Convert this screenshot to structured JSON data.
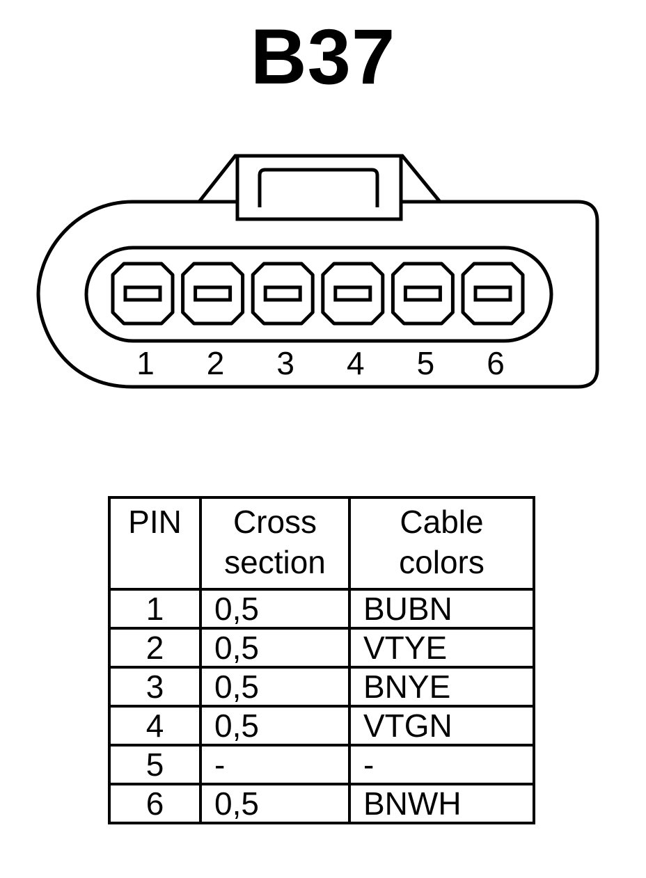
{
  "title": "B37",
  "connector": {
    "pin_labels": [
      "1",
      "2",
      "3",
      "4",
      "5",
      "6"
    ]
  },
  "table": {
    "headers": {
      "pin": "PIN",
      "cross_section": [
        "Cross",
        "section"
      ],
      "cable_colors": [
        "Cable",
        "colors"
      ]
    },
    "rows": [
      {
        "pin": "1",
        "cross_section": "0,5",
        "cable_color": "BUBN"
      },
      {
        "pin": "2",
        "cross_section": "0,5",
        "cable_color": "VTYE"
      },
      {
        "pin": "3",
        "cross_section": "0,5",
        "cable_color": "BNYE"
      },
      {
        "pin": "4",
        "cross_section": "0,5",
        "cable_color": "VTGN"
      },
      {
        "pin": "5",
        "cross_section": "-",
        "cable_color": "-"
      },
      {
        "pin": "6",
        "cross_section": "0,5",
        "cable_color": "BNWH"
      }
    ]
  }
}
